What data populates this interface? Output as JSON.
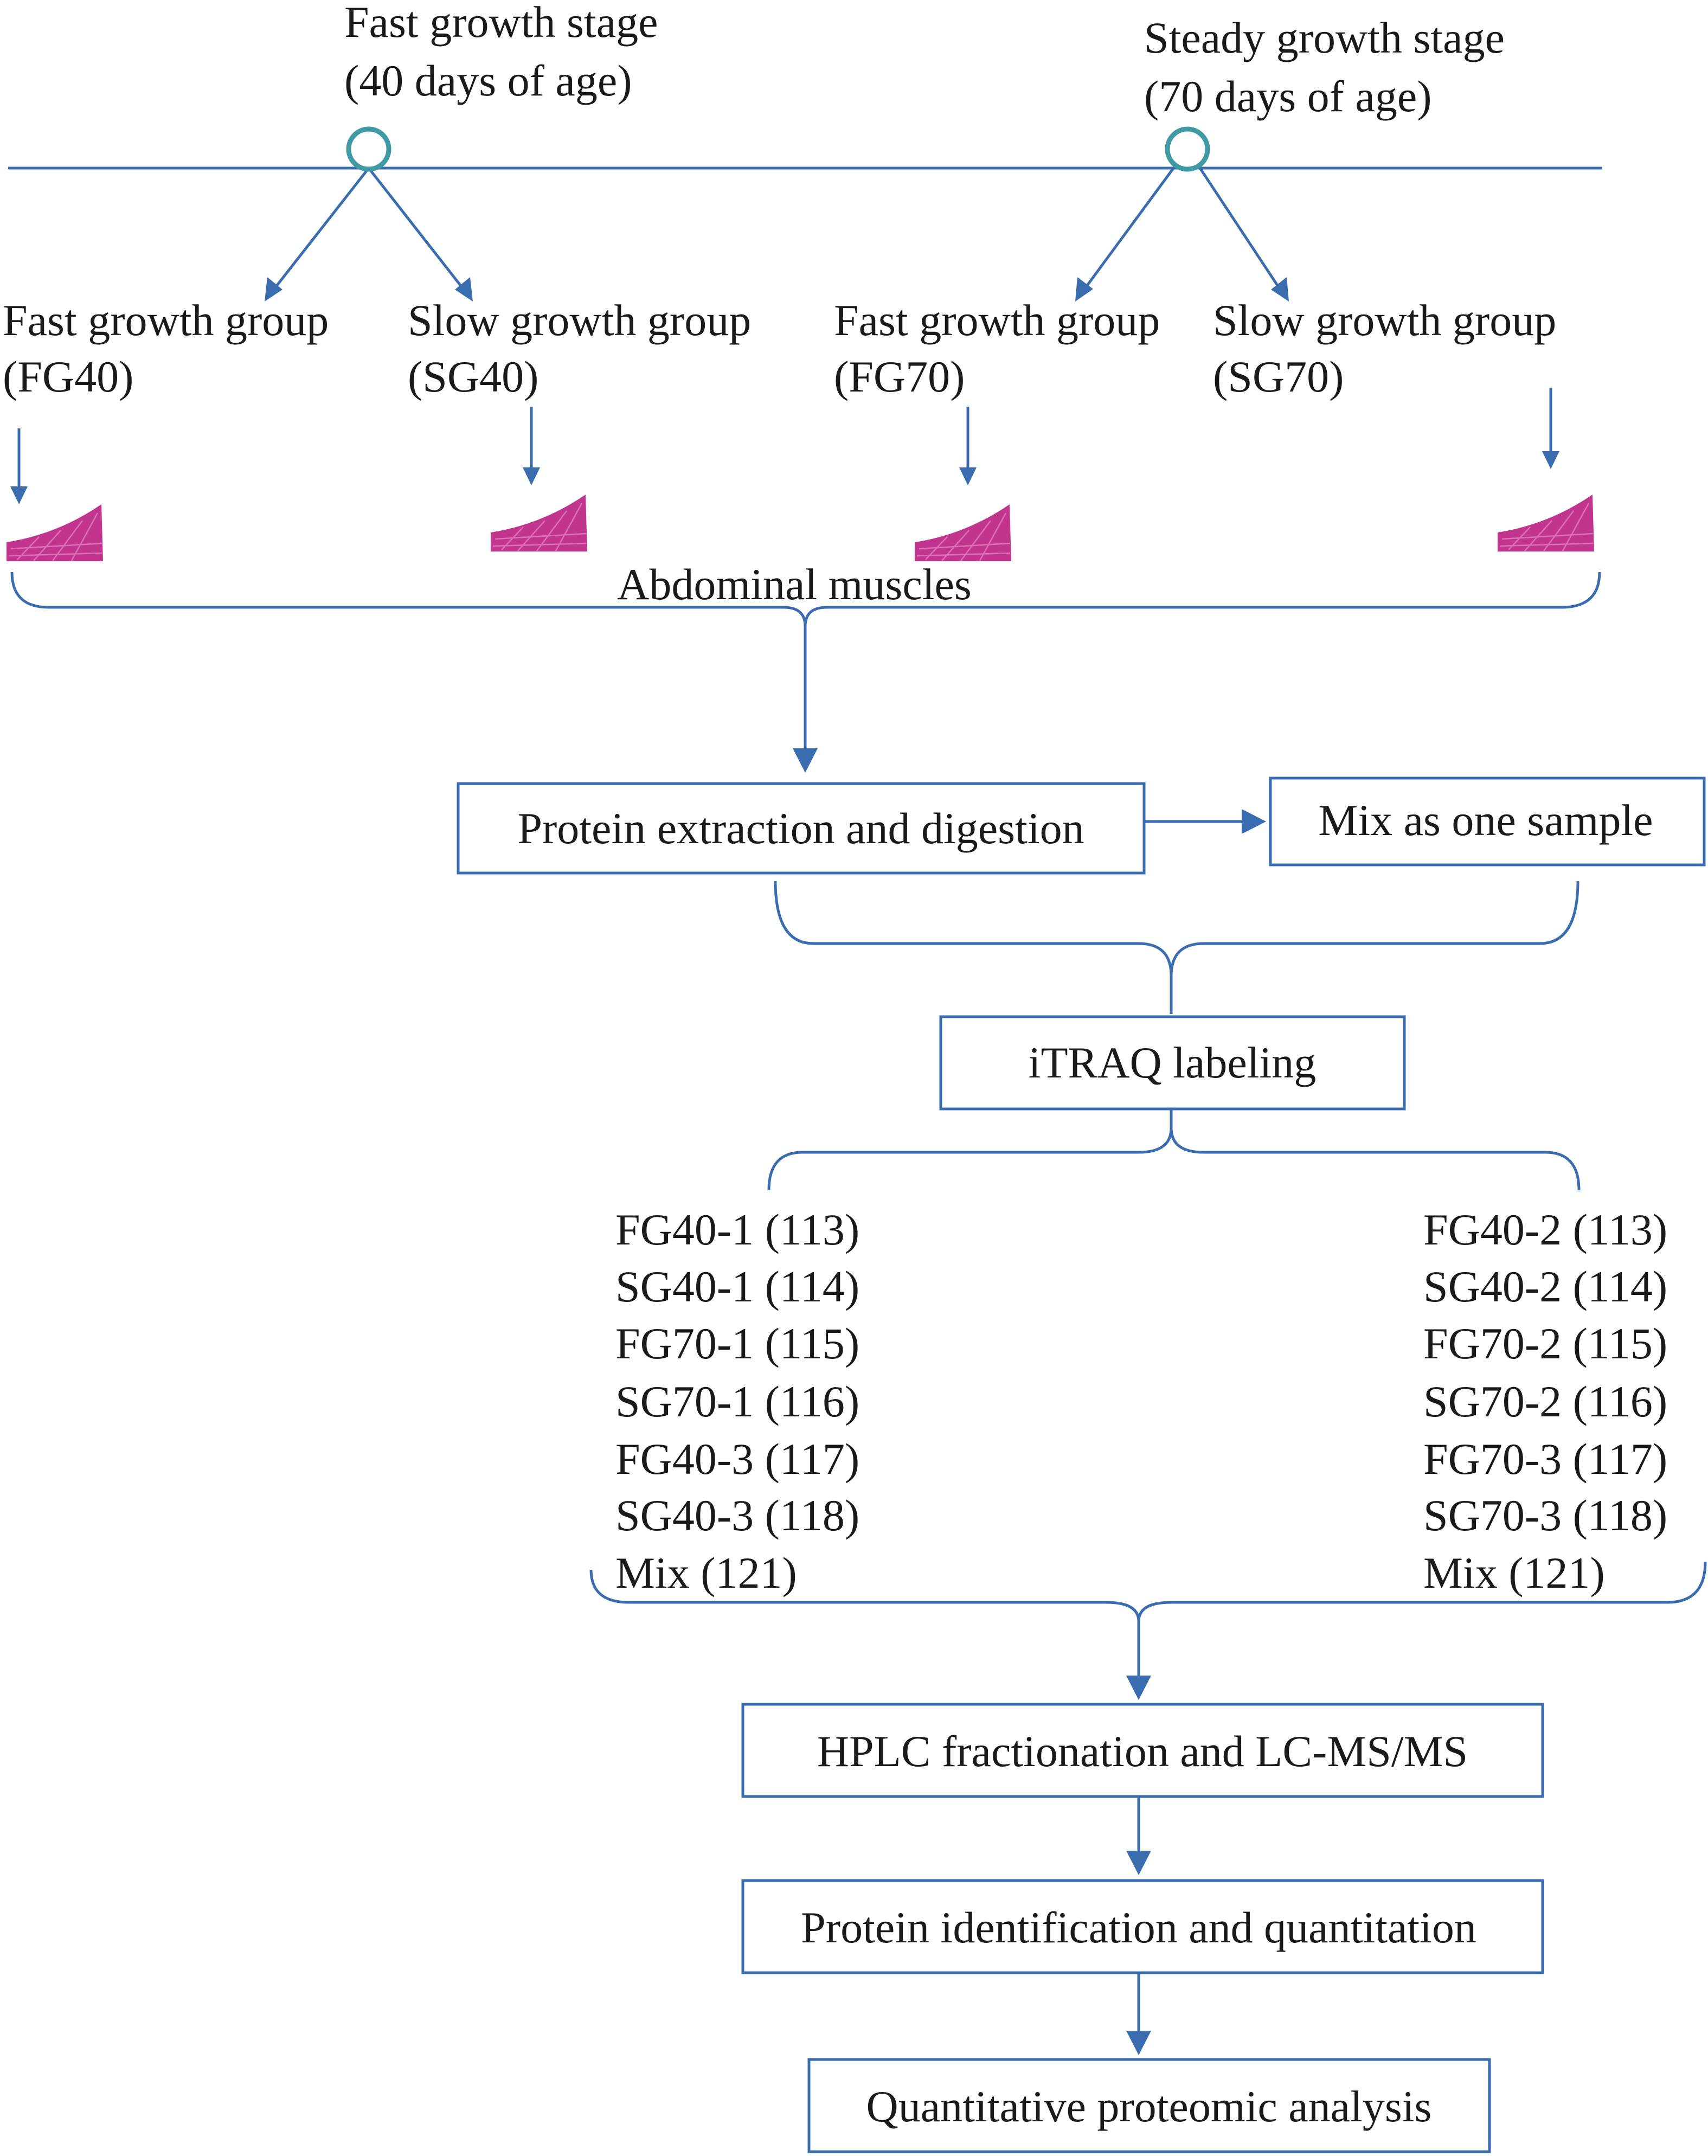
{
  "stages": [
    {
      "line1": "Fast growth stage",
      "line2": "(40 days of  age)"
    },
    {
      "line1": "Steady growth stage",
      "line2": "(70 days of age)"
    }
  ],
  "groups": [
    {
      "name": "Fast growth group",
      "code": "(FG40)"
    },
    {
      "name": "Slow growth group",
      "code": "(SG40)"
    },
    {
      "name": "Fast growth group",
      "code": "(FG70)"
    },
    {
      "name": "Slow growth group",
      "code": "(SG70)"
    }
  ],
  "tissue_label": "Abdominal muscles",
  "steps": {
    "extraction": "Protein extraction and digestion",
    "mix": "Mix as one sample",
    "labeling": "iTRAQ labeling",
    "hplc": "HPLC fractionation and LC-MS/MS",
    "identification": "Protein identification and quantitation",
    "analysis": "Quantitative proteomic analysis"
  },
  "label_sets": [
    [
      "FG40-1 (113)",
      "SG40-1 (114)",
      "FG70-1 (115)",
      "SG70-1 (116)",
      "FG40-3 (117)",
      "SG40-3 (118)",
      "Mix (121)"
    ],
    [
      "FG40-2 (113)",
      "SG40-2 (114)",
      "FG70-2 (115)",
      "SG70-2 (116)",
      "FG70-3 (117)",
      "SG70-3 (118)",
      "Mix (121)"
    ]
  ]
}
